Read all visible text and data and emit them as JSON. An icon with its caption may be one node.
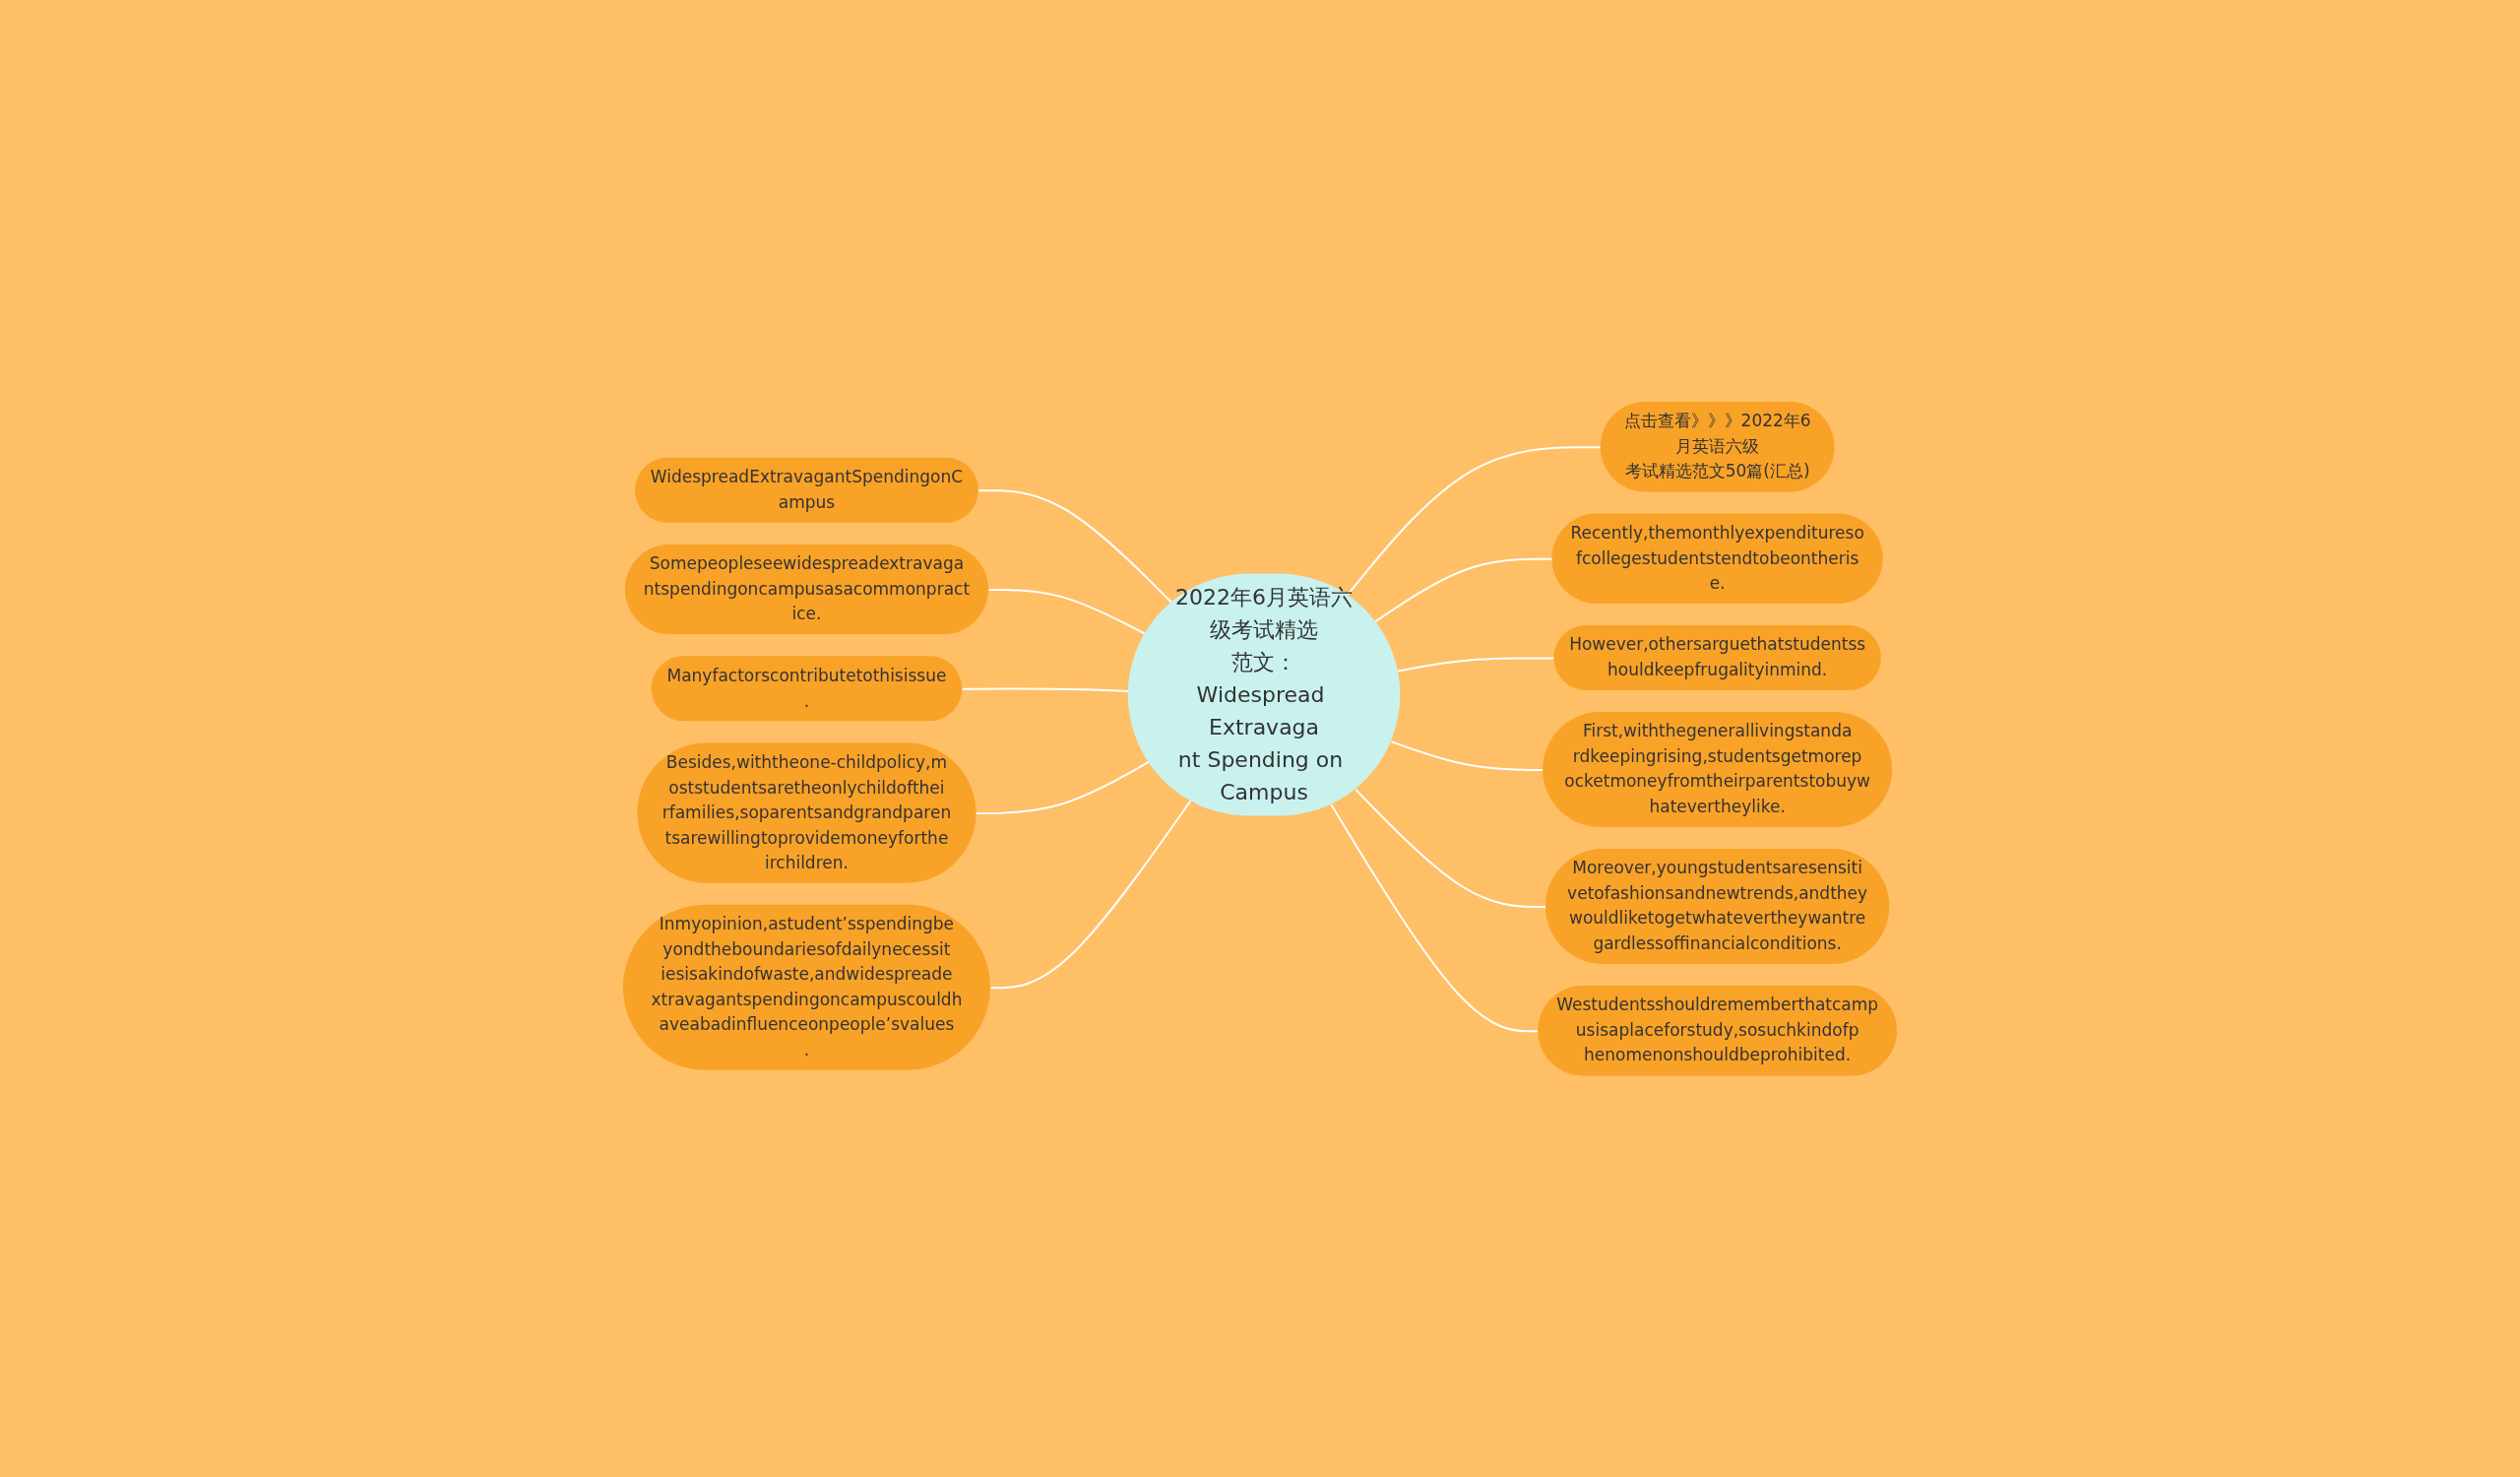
{
  "diagram": {
    "nodes": [
      {
        "text": [
          "2022年6月英语六级考试精选范文：Widespread Extravagant Spending on Campus"
        ]
      },
      {
        "text": [
          "点击查看》》》2022年6月英语六级考试精选范文50篇(汇总)"
        ]
      },
      {
        "text": [
          "Recently,themonthlyexpendituresofcollegestudentstendtobeontherise."
        ]
      },
      {
        "text": [
          "However,othersarguethatstudentsshouldkeepfrugalityinmind."
        ]
      },
      {
        "text": [
          "First,withthegenerallivingstandardkeepingrising,studentsgetmorepocketmoneyfromtheirparentstobuywhatevertheylike."
        ]
      },
      {
        "text": [
          "Moreover,youngstudentsaresensitivetofashionsandnewtrends,andtheywouldliketogetwhatevertheywantregardlessoffinancialconditions."
        ]
      },
      {
        "text": [
          "Westudentsshouldrememberthatcampusisaplaceforstudy,sosuchkindofphenomenonshouldbeprohibited."
        ]
      },
      {
        "text": [
          "WidespreadExtravagantSpendingonCampus"
        ]
      },
      {
        "text": [
          "Somepeopleseewidespreadextravagantspendingoncampusasacommonpractice."
        ]
      },
      {
        "text": [
          "Manyfactorscontributetothisissue."
        ]
      },
      {
        "text": [
          "Besides,withtheone-childpolicy,moststudentsaretheonlychildoftheirfamilies,soparentsandgrandparentsarewillingtoprovidemoneyfortheirchildren."
        ]
      },
      {
        "text": [
          "Inmyopinion,astudent’sspendingbeyondtheboundariesofdailynecessitiesisakindofwaste,andwidespreadextravagantspendingoncampuscouldhaveabadinfluenceonpeople’svalues."
        ]
      }
    ],
    "edges": [
      {
        "from": 0,
        "to": 1,
        "arrow": "none"
      },
      {
        "from": 0,
        "to": 2,
        "arrow": "none"
      },
      {
        "from": 0,
        "to": 3,
        "arrow": "none"
      },
      {
        "from": 0,
        "to": 4,
        "arrow": "none"
      },
      {
        "from": 0,
        "to": 5,
        "arrow": "none"
      },
      {
        "from": 0,
        "to": 6,
        "arrow": "none"
      },
      {
        "from": 7,
        "to": 0,
        "arrow": "none"
      },
      {
        "from": 8,
        "to": 0,
        "arrow": "none"
      },
      {
        "from": 9,
        "to": 0,
        "arrow": "none"
      },
      {
        "from": 10,
        "to": 0,
        "arrow": "none"
      },
      {
        "from": 11,
        "to": 0,
        "arrow": "none"
      }
    ]
  }
}
